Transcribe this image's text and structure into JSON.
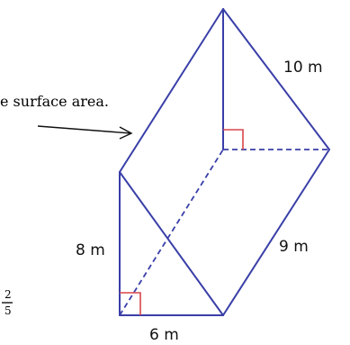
{
  "dimensions": {
    "top_slant": "10 m",
    "right_slant": "9 m",
    "height": "8 m",
    "base": "6 m"
  },
  "note": {
    "fragment": "e surface area."
  },
  "fraction_fragment": {
    "numerator": "2",
    "denominator": "5"
  },
  "colors": {
    "edges": "#3a3fa8",
    "right_angle_marks": "#d8454b",
    "text": "#111111"
  }
}
